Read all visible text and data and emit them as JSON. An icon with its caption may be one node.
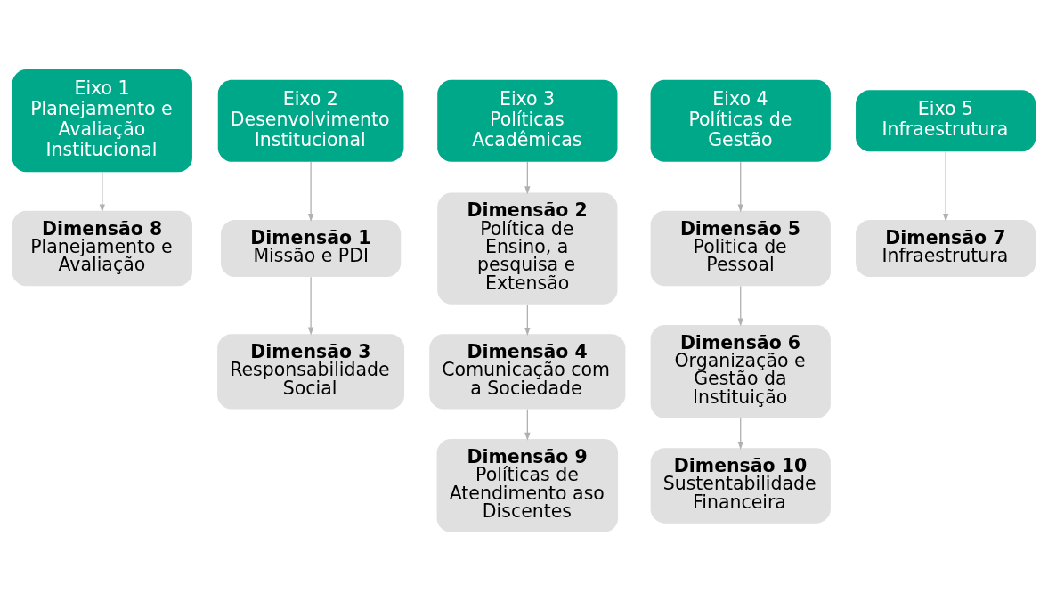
{
  "diagram": {
    "nodes": [
      {
        "text": [
          "Eixo 1",
          "Planejamento e Avaliação Institucional"
        ]
      },
      {
        "text": [
          "Dimensão 8",
          "Planejamento e Avaliação"
        ]
      },
      {
        "text": [
          "Eixo 2",
          "Desenvolvimento Institucional"
        ]
      },
      {
        "text": [
          "Dimensão 1",
          "Missão e PDI"
        ]
      },
      {
        "text": [
          "Dimensão 3",
          "Responsabilidade Social"
        ]
      },
      {
        "text": [
          "Eixo 3",
          "Políticas Acadêmicas"
        ]
      },
      {
        "text": [
          "Dimensão 2",
          "Política de Ensino, a pesquisa e Extensão"
        ]
      },
      {
        "text": [
          "Dimensão 4",
          "Comunicação com a Sociedade"
        ]
      },
      {
        "text": [
          "Dimensão 9",
          "Políticas de Atendimento aso Discentes"
        ]
      },
      {
        "text": [
          "Eixo 4",
          "Políticas de Gestão"
        ]
      },
      {
        "text": [
          "Dimensão 5",
          "Politica de Pessoal"
        ]
      },
      {
        "text": [
          "Dimensão 6",
          "Organização e Gestão da Instituição"
        ]
      },
      {
        "text": [
          "Dimensão 10",
          "Sustentabilidade Financeira"
        ]
      },
      {
        "text": [
          "Eixo 5",
          "Infraestrutura"
        ]
      },
      {
        "text": [
          "Dimensão 7",
          "Infraestrutura"
        ]
      }
    ],
    "edges": [
      {
        "from": 0,
        "to": 1,
        "arrow": "to"
      },
      {
        "from": 2,
        "to": 3,
        "arrow": "to"
      },
      {
        "from": 3,
        "to": 4,
        "arrow": "to"
      },
      {
        "from": 5,
        "to": 6,
        "arrow": "to"
      },
      {
        "from": 6,
        "to": 7,
        "arrow": "to"
      },
      {
        "from": 7,
        "to": 8,
        "arrow": "to"
      },
      {
        "from": 9,
        "to": 10,
        "arrow": "to"
      },
      {
        "from": 10,
        "to": 11,
        "arrow": "to"
      },
      {
        "from": 11,
        "to": 12,
        "arrow": "to"
      },
      {
        "from": 13,
        "to": 14,
        "arrow": "to"
      }
    ]
  }
}
